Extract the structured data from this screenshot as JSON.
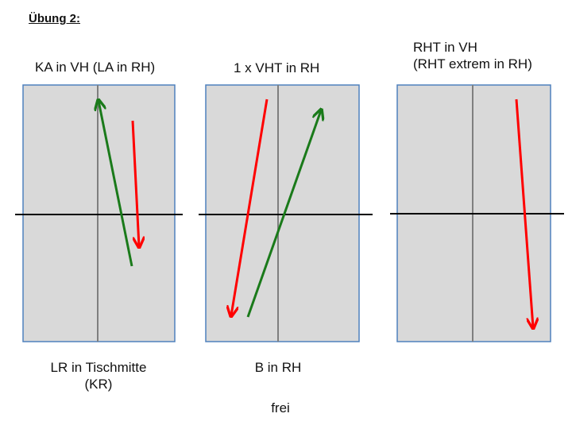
{
  "heading": "Übung 2:",
  "diagrams": [
    {
      "title_lines": [
        "KA in VH (LA in RH)"
      ],
      "caption_lines": [
        "LR in Tischmitte",
        "(KR)"
      ]
    },
    {
      "title_lines": [
        "1 x VHT in RH"
      ],
      "caption_lines": [
        "B in RH"
      ]
    },
    {
      "title_lines": [
        "RHT in VH",
        "(RHT extrem in RH)"
      ],
      "caption_lines": []
    }
  ],
  "footer": "frei",
  "colors": {
    "table_fill": "#d9d9d9",
    "table_border": "#4f81bd",
    "center_line": "#7f7f7f",
    "net_line": "#000000",
    "arrow_red": "#ff0000",
    "arrow_green": "#1a7a1a"
  }
}
